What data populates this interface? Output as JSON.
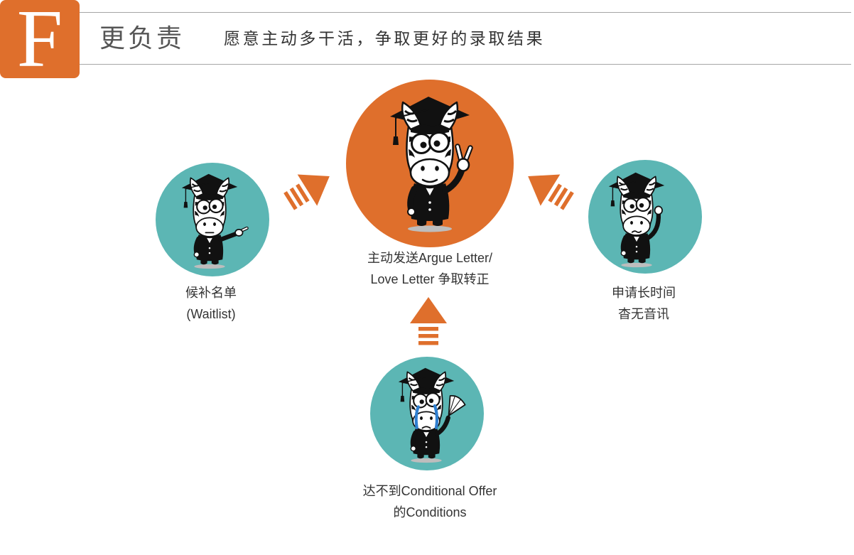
{
  "header": {
    "badge_letter": "F",
    "title": "更负责",
    "subtitle": "愿意主动多干活，争取更好的录取结果"
  },
  "colors": {
    "accent": "#DF6F2C",
    "teal": "#5CB6B4",
    "rule": "#A6A6A6",
    "text": "#333333",
    "title": "#555555",
    "tears": "#2F7FD0"
  },
  "diagram": {
    "center": {
      "icon": "graduate-zebra-peace-sign-icon",
      "label_lines": [
        "主动发送Argue Letter/",
        "Love Letter 争取转正"
      ]
    },
    "left": {
      "icon": "graduate-zebra-pointing-icon",
      "label_lines": [
        "候补名单",
        "(Waitlist)"
      ]
    },
    "right": {
      "icon": "graduate-zebra-thinking-icon",
      "label_lines": [
        "申请长时间",
        "杳无音讯"
      ]
    },
    "bottom": {
      "icon": "graduate-zebra-crying-icon",
      "label_lines": [
        "达不到Conditional Offer",
        "的Conditions"
      ]
    },
    "arrow_icon": "striped-arrow-icon"
  }
}
